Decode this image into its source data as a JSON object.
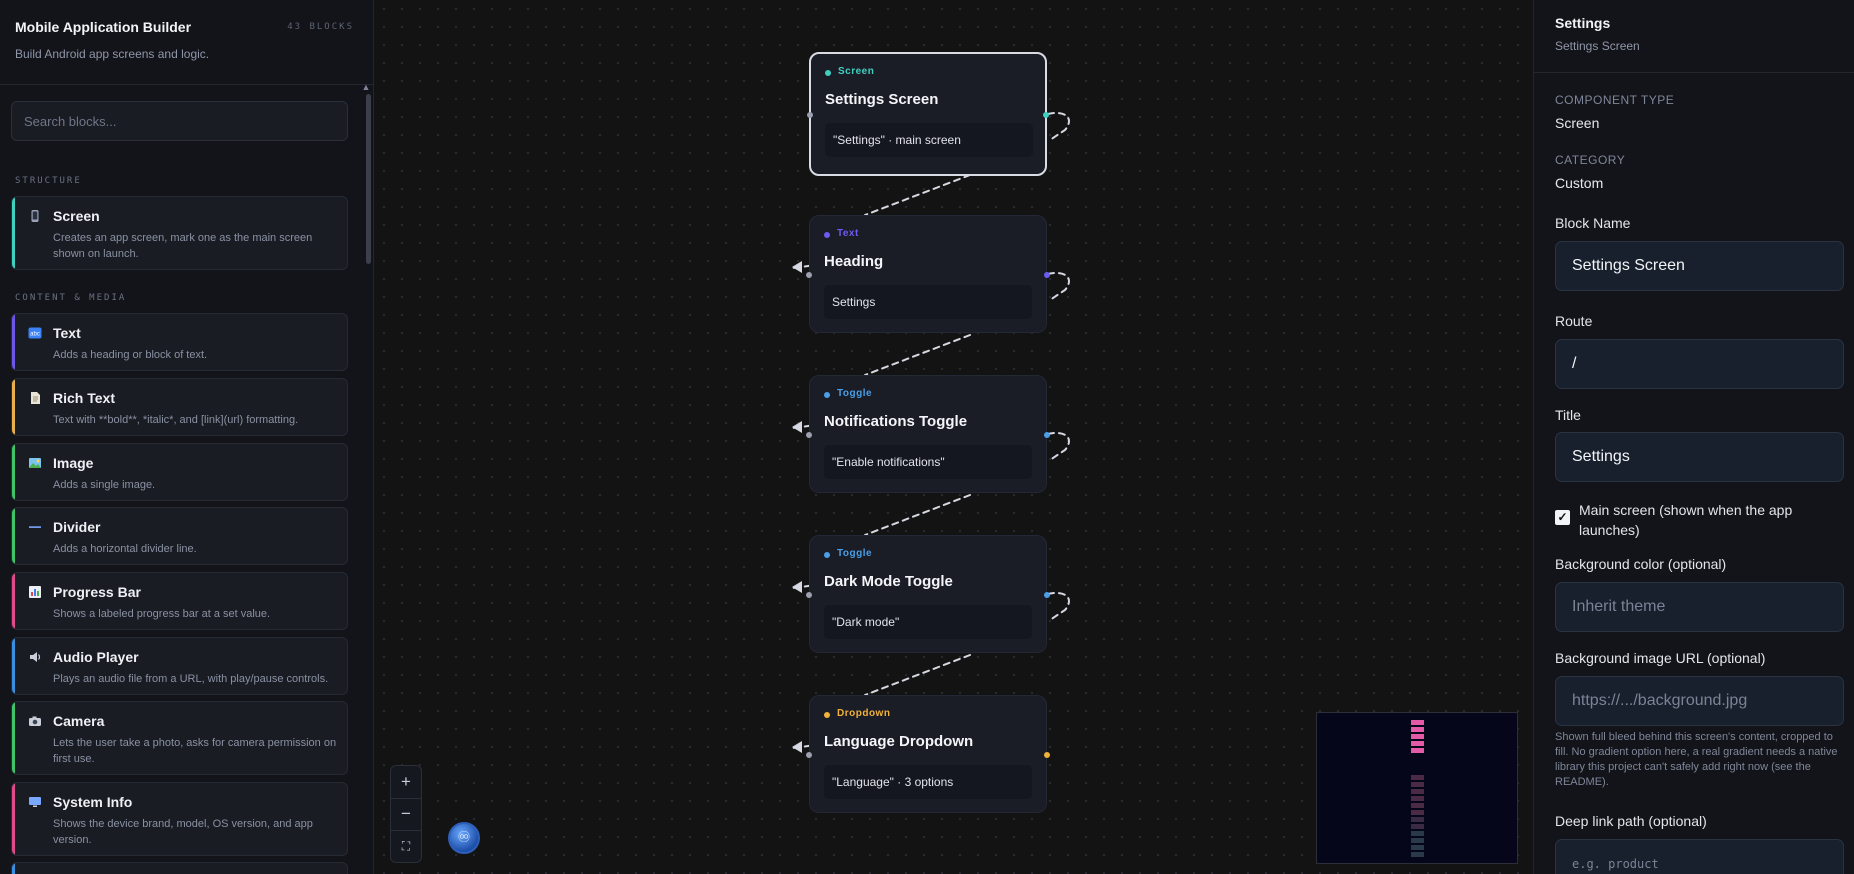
{
  "sidebar": {
    "title": "Mobile Application Builder",
    "subtitle": "Build Android app screens and logic.",
    "block_count": "43 BLOCKS",
    "search_placeholder": "Search blocks...",
    "sections": [
      {
        "label": "STRUCTURE"
      },
      {
        "label": "CONTENT & MEDIA"
      }
    ],
    "blocks": [
      {
        "name": "Screen",
        "desc": "Creates an app screen, mark one as the main screen shown on launch.",
        "icon": "phone-icon",
        "accent": "#3fd1c0"
      },
      {
        "name": "Text",
        "desc": "Adds a heading or block of text.",
        "icon": "text-abc-icon",
        "accent": "#6a57e8"
      },
      {
        "name": "Rich Text",
        "desc": "Text with **bold**, *italic*, and [link](url) formatting.",
        "icon": "document-icon",
        "accent": "#e8b04a"
      },
      {
        "name": "Image",
        "desc": "Adds a single image.",
        "icon": "picture-icon",
        "accent": "#3fc46a"
      },
      {
        "name": "Divider",
        "desc": "Adds a horizontal divider line.",
        "icon": "dash-icon",
        "accent": "#3fc46a"
      },
      {
        "name": "Progress Bar",
        "desc": "Shows a labeled progress bar at a set value.",
        "icon": "bar-chart-icon",
        "accent": "#e04a8a"
      },
      {
        "name": "Audio Player",
        "desc": "Plays an audio file from a URL, with play/pause controls.",
        "icon": "speaker-icon",
        "accent": "#3a8ee0"
      },
      {
        "name": "Camera",
        "desc": "Lets the user take a photo, asks for camera permission on first use.",
        "icon": "camera-icon",
        "accent": "#3fc46a"
      },
      {
        "name": "System Info",
        "desc": "Shows the device brand, model, OS version, and app version.",
        "icon": "monitor-icon",
        "accent": "#e04a8a"
      }
    ]
  },
  "canvas": {
    "nodes": [
      {
        "type": "Screen",
        "title": "Settings Screen",
        "summary": "\"Settings\" · main screen",
        "color": "#3fd1c0",
        "selected": true
      },
      {
        "type": "Text",
        "title": "Heading",
        "summary": "Settings",
        "color": "#6b5cf0",
        "selected": false
      },
      {
        "type": "Toggle",
        "title": "Notifications Toggle",
        "summary": "\"Enable notifications\"",
        "color": "#4a9fe8",
        "selected": false
      },
      {
        "type": "Toggle",
        "title": "Dark Mode Toggle",
        "summary": "\"Dark mode\"",
        "color": "#4a9fe8",
        "selected": false
      },
      {
        "type": "Dropdown",
        "title": "Language Dropdown",
        "summary": "\"Language\" · 3 options",
        "color": "#f0b23a",
        "selected": false
      }
    ],
    "controls": [
      {
        "icon": "plus-icon"
      },
      {
        "icon": "minus-icon"
      },
      {
        "icon": "fit-view-icon"
      }
    ]
  },
  "panel": {
    "title": "Settings",
    "subtitle": "Settings Screen",
    "component_type_label": "COMPONENT TYPE",
    "component_type": "Screen",
    "category_label": "CATEGORY",
    "category": "Custom",
    "block_name_label": "Block Name",
    "block_name": "Settings Screen",
    "route_label": "Route",
    "route": "/",
    "title_label": "Title",
    "title_value": "Settings",
    "main_screen_label": "Main screen (shown when the app launches)",
    "main_screen_checked": true,
    "bg_color_label": "Background color (optional)",
    "bg_color_placeholder": "Inherit theme",
    "bg_image_label": "Background image URL (optional)",
    "bg_image_placeholder": "https://.../background.jpg",
    "bg_help": "Shown full bleed behind this screen's content, cropped to fill. No gradient option here, a real gradient needs a native library this project can't safely add right now (see the README).",
    "deep_link_label": "Deep link path (optional)",
    "deep_link_placeholder": "e.g. product"
  }
}
